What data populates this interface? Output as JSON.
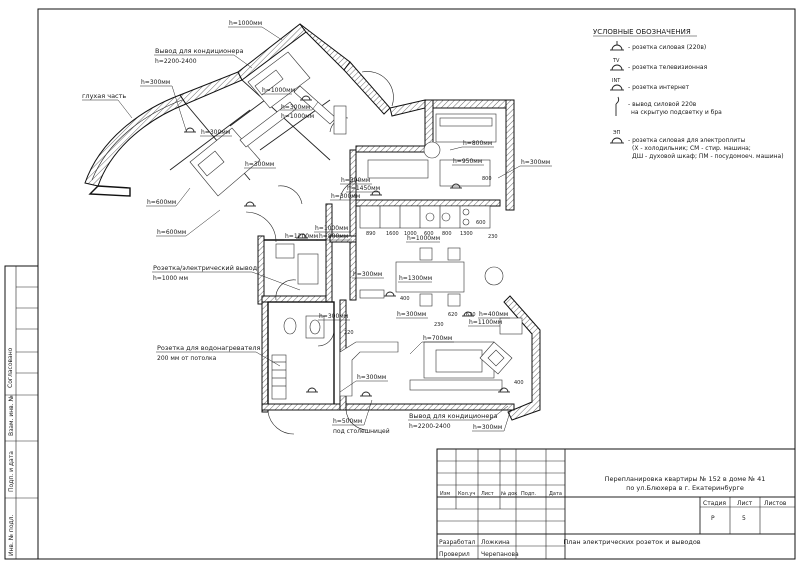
{
  "legend": {
    "title": "УСЛОВНЫЕ ОБОЗНАЧЕНИЯ",
    "items": [
      {
        "symbol": "",
        "text": "- розетка силовая (220в)"
      },
      {
        "symbol": "TV",
        "text": "- розетка телевизионная"
      },
      {
        "symbol": "INT",
        "text": "- розетка интернет"
      },
      {
        "symbol": "",
        "text": "- вывод силовой 220в",
        "text2": "на скрытую подсветку и бра"
      },
      {
        "symbol": "ЭП",
        "text": "- розетка силовая для электроплиты",
        "text2": "(Х - холодильник; СМ - стир. машина;",
        "text3": "ДШ - духовой шкаф; ПМ - посудомоеч. машина)"
      }
    ]
  },
  "annotations": {
    "h1000_top": "h=1000мм",
    "conditioner_top": "Вывод для кондиционера",
    "conditioner_top_h": "h=2200-2400",
    "h300_a": "h=300мм",
    "glukh": "глухая часть",
    "h1000_b": "h=1000мм",
    "h300_b": "h=300мм",
    "h1000_c": "h=1000мм",
    "h300_c": "h=300мм",
    "h300_d": "h=300мм",
    "h800": "h=800мм",
    "h950": "h=950мм",
    "h300_e": "h=300мм",
    "h300_f": "h=300мм",
    "h1450": "h=1450мм",
    "h300_g": "h=300мм",
    "h600_a": "h=600мм",
    "h600_b": "h=600мм",
    "h1000_d": "h=1000мм",
    "h800_b": "h=800мм",
    "h1000_e": "h=1000мм",
    "h1200": "h=1200мм",
    "h300_h": "h=300мм",
    "h1300": "h=1300мм",
    "socket_el": "Розетка/электрический вывод",
    "socket_el_h": "h=1000 мм",
    "h300_i": "h=300мм",
    "h400": "h=400мм",
    "h1100": "h=1100мм",
    "h300_j": "h=300мм",
    "heater": "Розетка для водонагревателя",
    "heater_h": "200 мм от потолка",
    "h700": "h=700мм",
    "h300_k": "h=300мм",
    "h500": "h=500мм",
    "under_top": "под столешницей",
    "conditioner_bot": "Вывод для кондиционера",
    "conditioner_bot_h": "h=2200-2400",
    "h300_l": "h=300мм"
  },
  "stamp": {
    "project_title": "Перепланировка квартиры № 152 в доме № 41",
    "project_title2": "по ул.Блюхера в г. Екатеринбурге",
    "headers": {
      "izm": "Изм",
      "kol": "Кол.уч",
      "list": "Лист",
      "ndok": "№ док",
      "podp": "Подп.",
      "data": "Дата"
    },
    "stage_label": "Стадия",
    "sheet_label": "Лист",
    "sheets_label": "Листов",
    "stage": "Р",
    "sheet": "5",
    "sheets": "",
    "developed_label": "Разработал",
    "developed_name": "Ложкина",
    "checked_label": "Проверил",
    "checked_name": "Черепанова",
    "drawing_title": "План электрических розеток и выводов"
  },
  "side_stamp": {
    "agreed": "Согласовано",
    "inv_zam": "Взам. инв. №",
    "podp_data": "Подп. и дата",
    "inv_podl": "Инв. № подл."
  },
  "dims": [
    "890",
    "1600",
    "1000",
    "600",
    "800",
    "1300",
    "600",
    "800",
    "230",
    "400",
    "220",
    "230",
    "620",
    "620",
    "400"
  ]
}
